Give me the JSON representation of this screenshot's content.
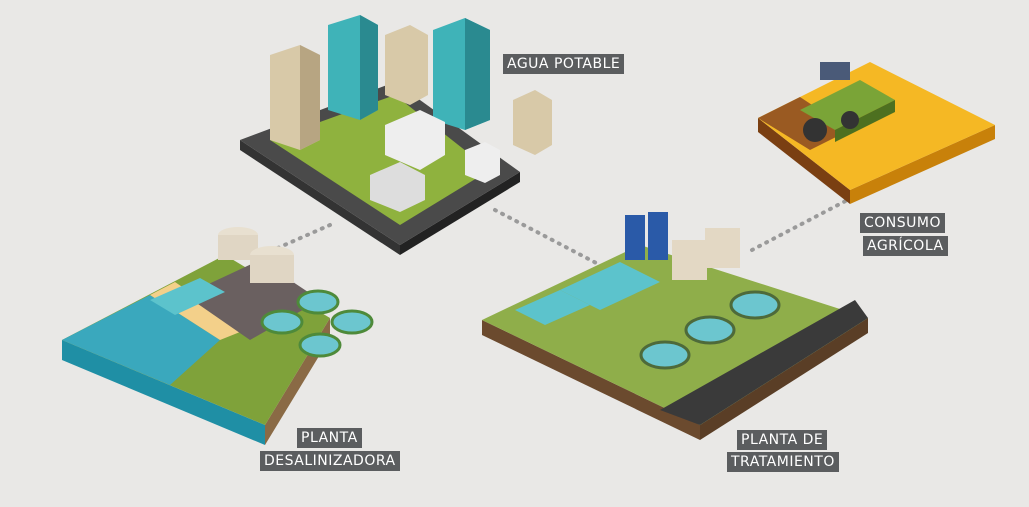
{
  "labels": {
    "agua_potable": "AGUA POTABLE",
    "consumo_line1": "CONSUMO",
    "consumo_line2": "AGRÍCOLA",
    "desal_line1": "PLANTA",
    "desal_line2": "DESALINIZADORA",
    "tratamiento_line1": "PLANTA DE",
    "tratamiento_line2": "TRATAMIENTO"
  },
  "colors": {
    "background": "#e9e8e6",
    "label_bg": "#5b5d5f",
    "grass": "#8fb23e",
    "water": "#3aa8bd",
    "sand": "#f3d08a",
    "soil": "#6b4a2e",
    "wheat": "#f5b824"
  }
}
